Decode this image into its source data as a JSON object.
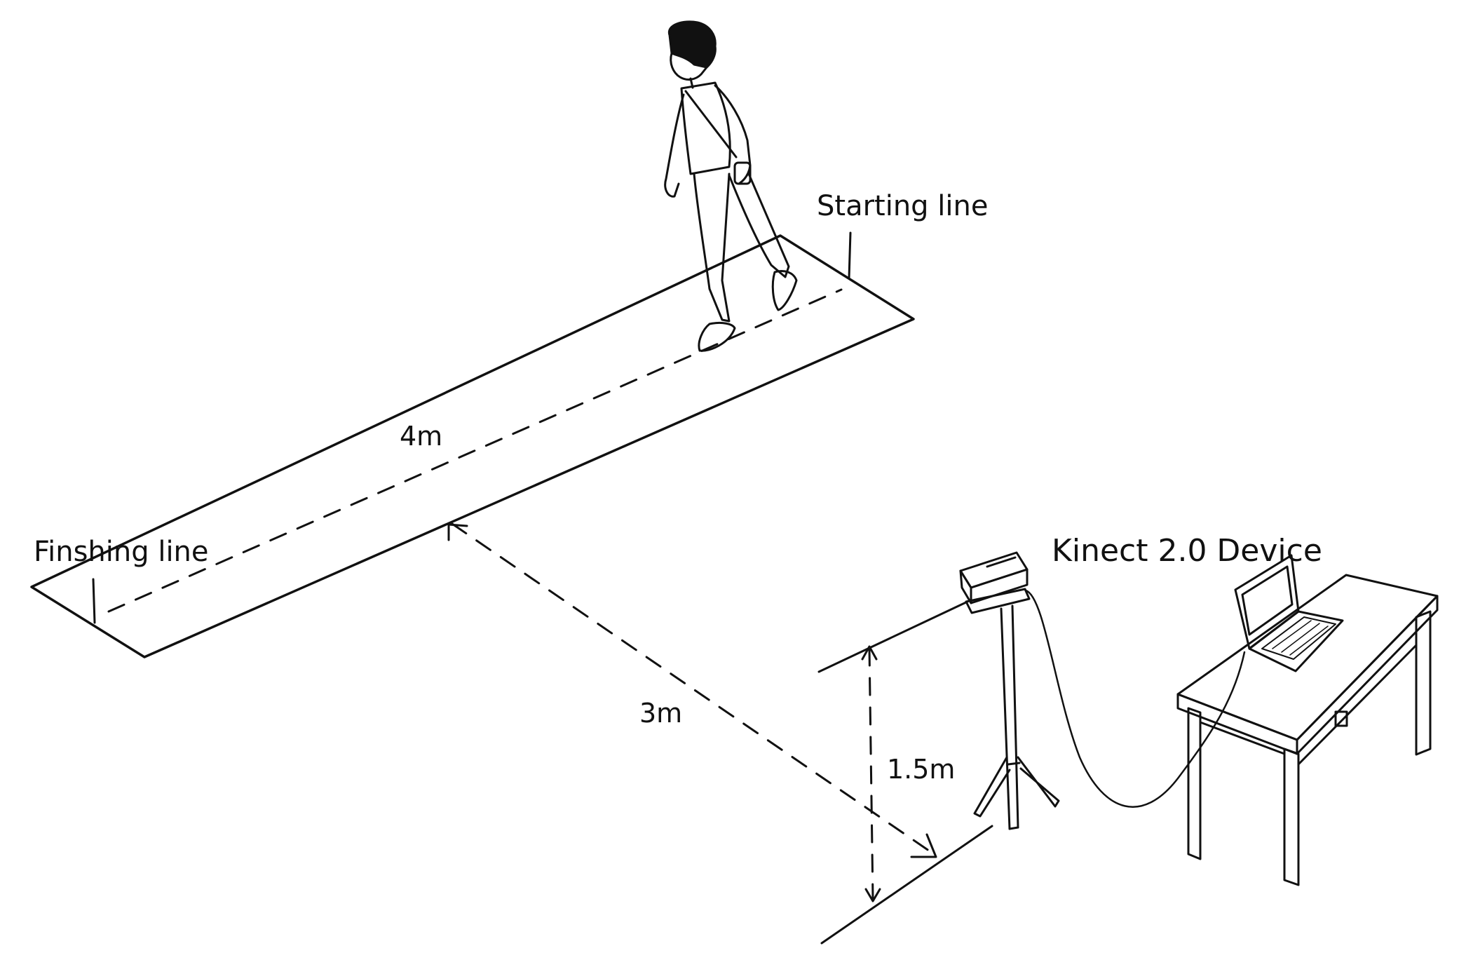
{
  "labels": {
    "starting_line": "Starting line",
    "finishing_line": "Finshing line",
    "walkway_length": "4m",
    "sensor_distance": "3m",
    "sensor_height": "1.5m",
    "device": "Kinect 2.0 Device"
  },
  "colors": {
    "ink": "#111111",
    "background": "#ffffff"
  }
}
